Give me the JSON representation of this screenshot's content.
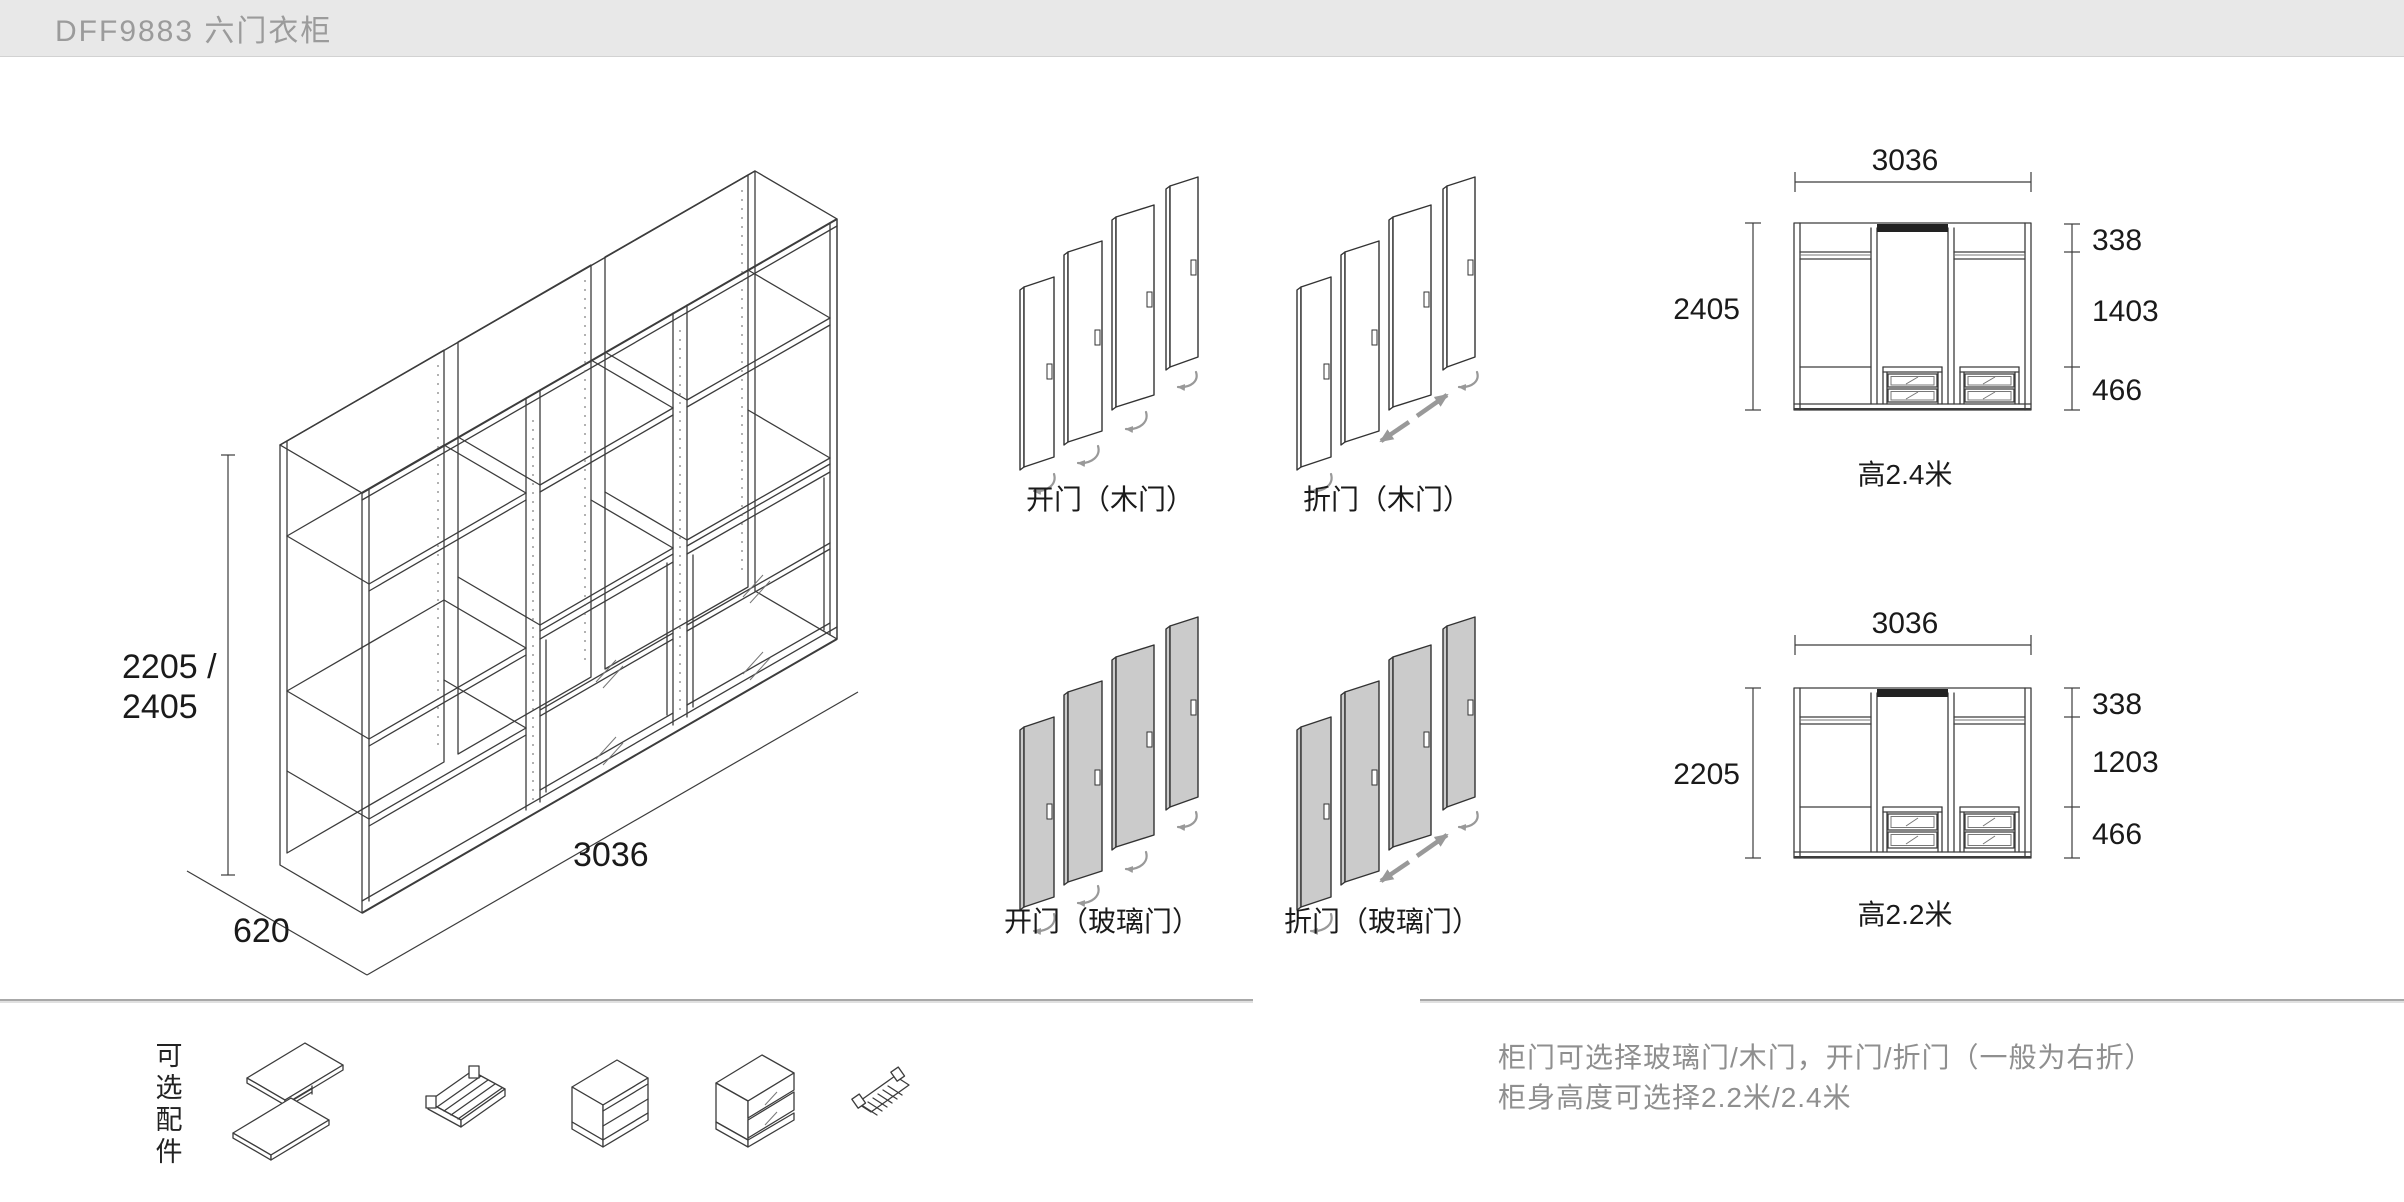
{
  "header": {
    "title": "DFF9883 六门衣柜"
  },
  "isometric": {
    "height_label_line1": "2205 /",
    "height_label_line2": "2405",
    "width_label": "3036",
    "depth_label": "620"
  },
  "door_options": [
    {
      "label": "开门（木门）"
    },
    {
      "label": "折门（木门）"
    },
    {
      "label": "开门（玻璃门）"
    },
    {
      "label": "折门（玻璃门）"
    }
  ],
  "elevations": [
    {
      "width": "3036",
      "height": "2405",
      "segments": [
        "338",
        "1403",
        "466"
      ],
      "caption": "高2.4米"
    },
    {
      "width": "3036",
      "height": "2205",
      "segments": [
        "338",
        "1203",
        "466"
      ],
      "caption": "高2.2米"
    }
  ],
  "accessories": {
    "label": "可选配件"
  },
  "notes": {
    "line1": "柜门可选择玻璃门/木门，开门/折门（一般为右折）",
    "line2": "柜身高度可选择2.2米/2.4米"
  },
  "colors": {
    "header_bg": "#e8e8e8",
    "header_text": "#9b9b9b",
    "line": "#3c3c3c",
    "glass_fill": "#cbcbcb",
    "wood_fill": "#ffffff",
    "arrow": "#999999",
    "note_text": "#8f8f8f",
    "divider": "#a8a8a8"
  }
}
